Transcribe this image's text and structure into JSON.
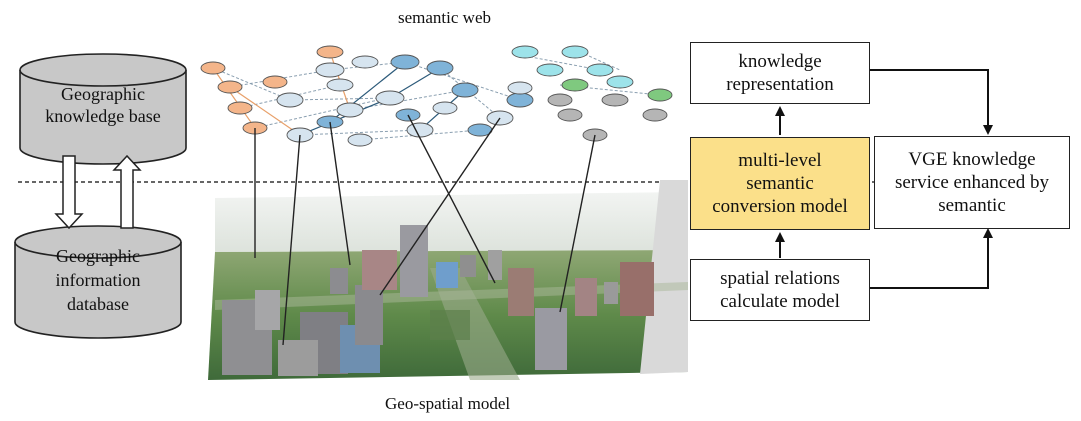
{
  "semantic_web_label": "semantic web",
  "geo_spatial_label": "Geo-spatial model",
  "cylinder_top": {
    "line1": "Geographic",
    "line2": "knowledge base"
  },
  "cylinder_bottom": {
    "line1": "Geographic",
    "line2": "information",
    "line3": "database"
  },
  "boxes": {
    "knowledge_representation": {
      "line1": "knowledge",
      "line2": "representation"
    },
    "multi_level": {
      "line1": "multi-level",
      "line2": "semantic",
      "line3": "conversion model"
    },
    "spatial_relations": {
      "line1": "spatial relations",
      "line2": "calculate model"
    },
    "vge_service": {
      "line1": "VGE knowledge",
      "line2": "service enhanced by",
      "line3": "semantic"
    }
  },
  "colors": {
    "highlight_box": "#fbe08a",
    "cylinder_fill": "#c8c8c8",
    "node_orange": "#f4b58a",
    "node_blue": "#7fb3d8",
    "node_light": "#d6e4ef",
    "node_cyan": "#9de3ea",
    "node_green": "#7fc97f",
    "node_gray": "#b5b5b5"
  }
}
